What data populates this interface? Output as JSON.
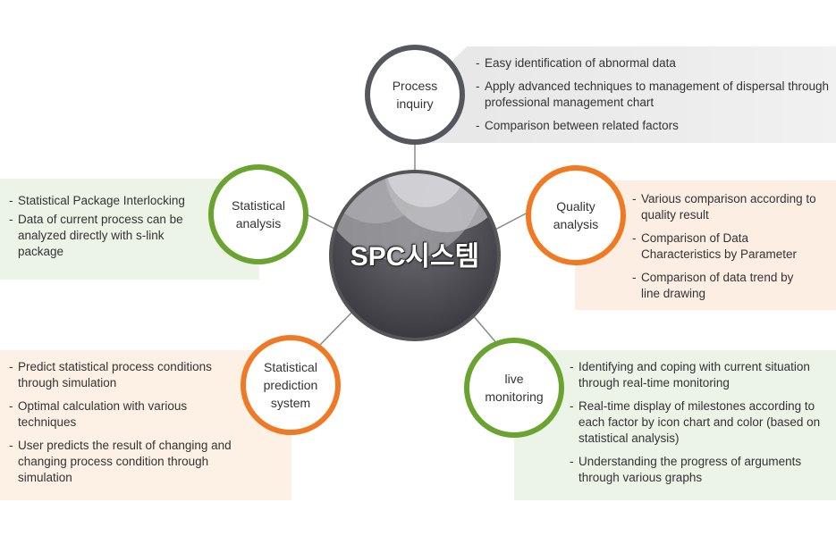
{
  "center": {
    "title": "SPC시스템"
  },
  "colors": {
    "dark": "#56565e",
    "green": "#6aa32f",
    "orange": "#f07a24"
  },
  "nodes": {
    "process_inquiry": {
      "line1": "Process",
      "line2": "inquiry"
    },
    "statistical_analysis": {
      "line1": "Statistical",
      "line2": "analysis"
    },
    "quality_analysis": {
      "line1": "Quality",
      "line2": "analysis"
    },
    "statistical_prediction": {
      "line1": "Statistical",
      "line2": "prediction",
      "line3": "system"
    },
    "live_monitoring": {
      "line1": "live",
      "line2": "monitoring"
    }
  },
  "panels": {
    "process_inquiry": [
      "Easy identification of abnormal data",
      "Apply advanced techniques to management of dispersal through professional management chart",
      "Comparison between related factors"
    ],
    "statistical_analysis": [
      "Statistical Package Interlocking",
      "Data of current process can be analyzed directly with s-link package"
    ],
    "quality_analysis": [
      "Various comparison according to quality result",
      "Comparison of Data Characteristics by Parameter",
      "Comparison of data trend by line drawing"
    ],
    "statistical_prediction": [
      "Predict statistical process conditions through simulation",
      "Optimal calculation with various techniques",
      "User predicts the result of changing and changing process condition through simulation"
    ],
    "live_monitoring": [
      "Identifying and coping with current situation through real-time monitoring",
      "Real-time display of milestones according to each factor by icon chart and color (based on statistical analysis)",
      "Understanding the progress of arguments through various graphs"
    ]
  }
}
